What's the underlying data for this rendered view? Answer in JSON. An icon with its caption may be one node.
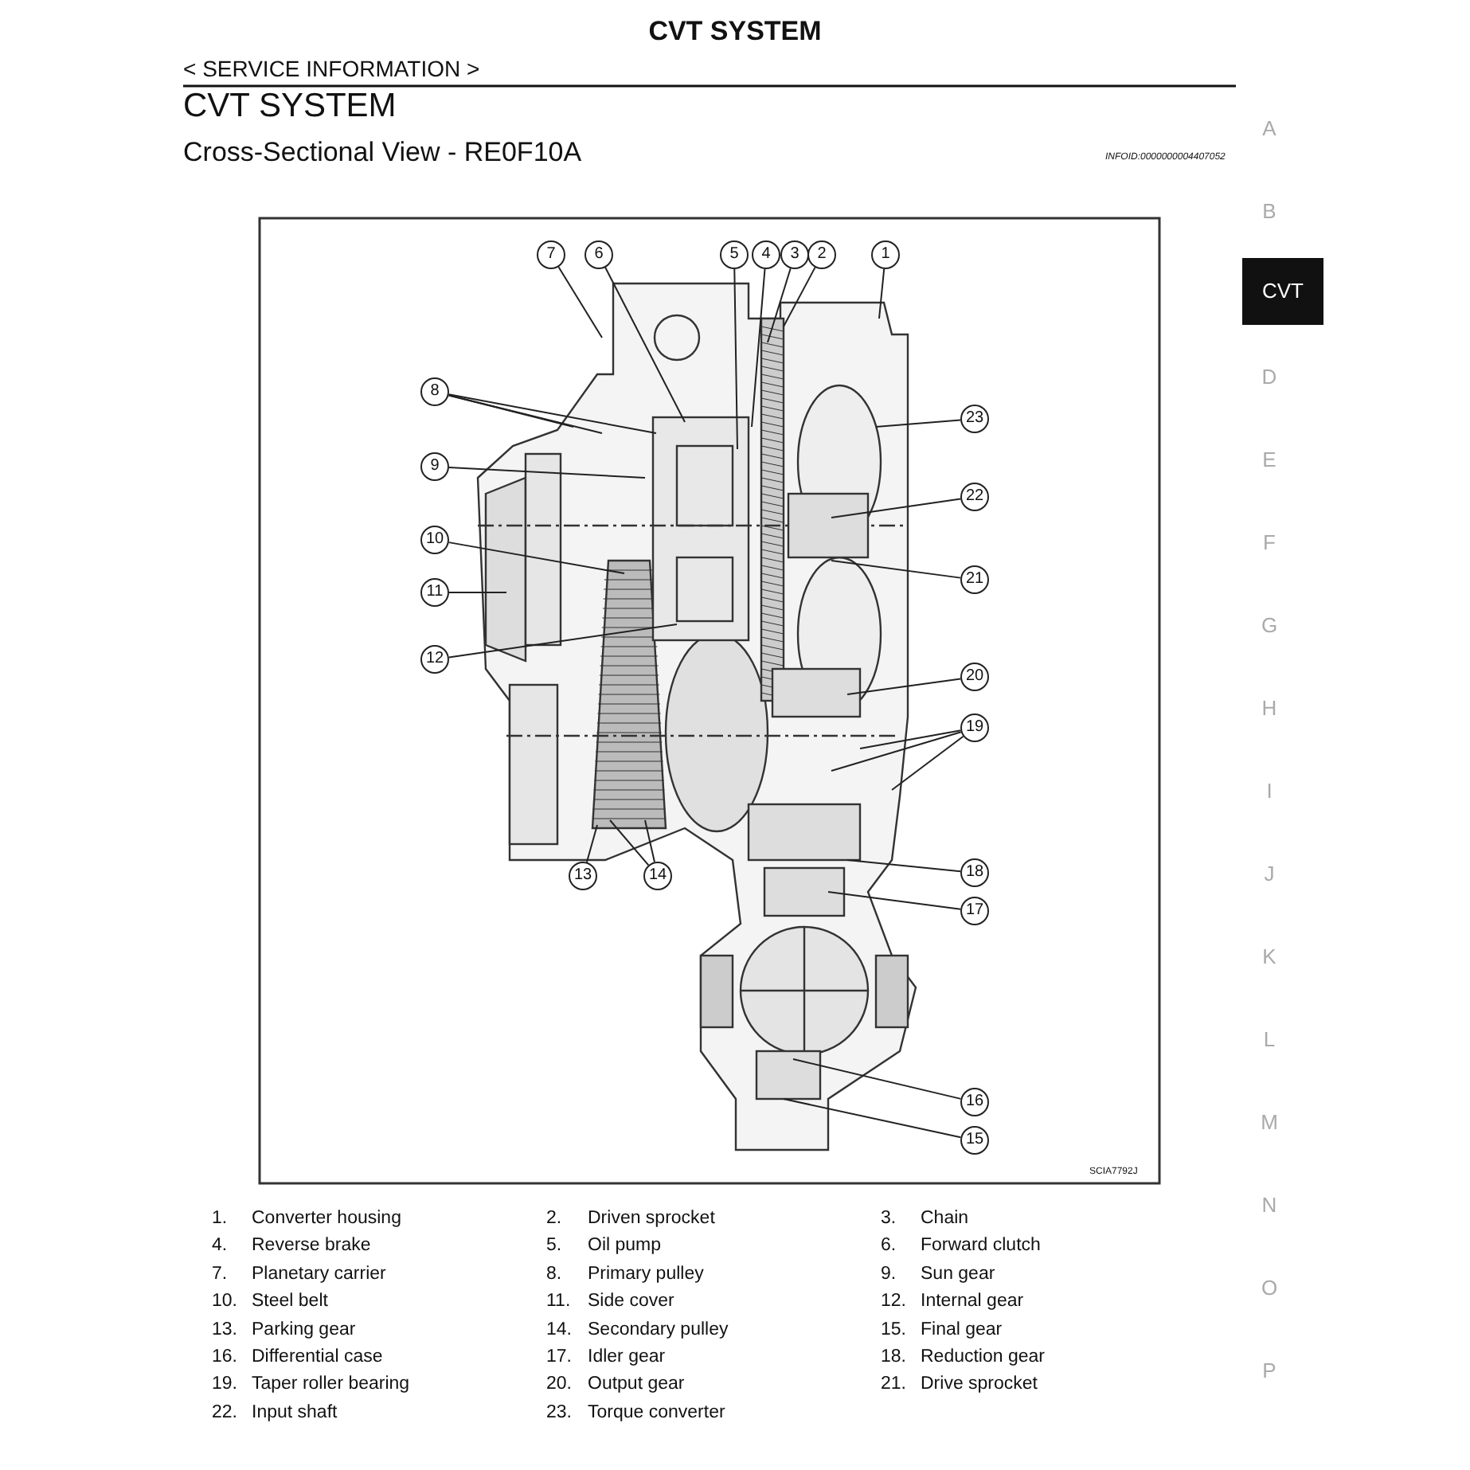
{
  "diagram": {
    "title": "CVT SYSTEM",
    "nodes": [
      {
        "text": [
          "7"
        ]
      },
      {
        "text": [
          "6"
        ]
      },
      {
        "text": [
          "5"
        ]
      },
      {
        "text": [
          "4"
        ]
      },
      {
        "text": [
          "3"
        ]
      },
      {
        "text": [
          "2"
        ]
      },
      {
        "text": [
          "1"
        ]
      },
      {
        "text": [
          "8"
        ]
      },
      {
        "text": [
          "23"
        ]
      },
      {
        "text": [
          "9"
        ]
      },
      {
        "text": [
          "22"
        ]
      },
      {
        "text": [
          "10"
        ]
      },
      {
        "text": [
          "21"
        ]
      },
      {
        "text": [
          "11"
        ]
      },
      {
        "text": [
          "12"
        ]
      },
      {
        "text": [
          "20"
        ]
      },
      {
        "text": [
          "19"
        ]
      },
      {
        "text": [
          "18"
        ]
      },
      {
        "text": [
          "13"
        ]
      },
      {
        "text": [
          "14"
        ]
      },
      {
        "text": [
          "17"
        ]
      },
      {
        "text": [
          "16"
        ]
      },
      {
        "text": [
          "15"
        ]
      }
    ],
    "edges": [
      {
        "from": 0,
        "to": null,
        "arrow": "none"
      },
      {
        "from": 1,
        "to": null,
        "arrow": "none"
      },
      {
        "from": 2,
        "to": null,
        "arrow": "none"
      },
      {
        "from": 3,
        "to": null,
        "arrow": "none"
      },
      {
        "from": 4,
        "to": null,
        "arrow": "none"
      },
      {
        "from": 5,
        "to": null,
        "arrow": "none"
      },
      {
        "from": 6,
        "to": null,
        "arrow": "none"
      },
      {
        "from": 7,
        "to": null,
        "arrow": "none"
      },
      {
        "from": 7,
        "to": null,
        "arrow": "none"
      },
      {
        "from": 7,
        "to": null,
        "arrow": "none"
      },
      {
        "from": 8,
        "to": null,
        "arrow": "none"
      },
      {
        "from": 9,
        "to": null,
        "arrow": "none"
      },
      {
        "from": 10,
        "to": null,
        "arrow": "none"
      },
      {
        "from": 11,
        "to": null,
        "arrow": "none"
      },
      {
        "from": 12,
        "to": null,
        "arrow": "none"
      },
      {
        "from": 13,
        "to": null,
        "arrow": "none"
      },
      {
        "from": 14,
        "to": null,
        "arrow": "none"
      },
      {
        "from": 15,
        "to": null,
        "arrow": "none"
      },
      {
        "from": 16,
        "to": null,
        "arrow": "none"
      },
      {
        "from": 16,
        "to": null,
        "arrow": "none"
      },
      {
        "from": 16,
        "to": null,
        "arrow": "none"
      },
      {
        "from": 17,
        "to": null,
        "arrow": "none"
      },
      {
        "from": 18,
        "to": null,
        "arrow": "none"
      },
      {
        "from": 19,
        "to": null,
        "arrow": "none"
      },
      {
        "from": 19,
        "to": null,
        "arrow": "none"
      },
      {
        "from": 20,
        "to": null,
        "arrow": "none"
      },
      {
        "from": 21,
        "to": null,
        "arrow": "none"
      },
      {
        "from": 22,
        "to": null,
        "arrow": "none"
      }
    ],
    "labels": [
      "< SERVICE INFORMATION >",
      "CVT SYSTEM",
      "Cross-Sectional View - RE0F10A",
      "INFOID:0000000004407052",
      "A",
      "B",
      "CVT",
      "D",
      "E",
      "F",
      "G",
      "H",
      "I",
      "J",
      "K",
      "L",
      "M",
      "N",
      "O",
      "P",
      "SCIA7792J",
      "1.",
      "Converter housing",
      "2.",
      "Driven sprocket",
      "3.",
      "Chain",
      "4.",
      "Reverse brake",
      "5.",
      "Oil pump",
      "6.",
      "Forward clutch",
      "7.",
      "Planetary carrier",
      "8.",
      "Primary pulley",
      "9.",
      "Sun gear",
      "10.",
      "Steel belt",
      "11.",
      "Side cover",
      "12.",
      "Internal gear",
      "13.",
      "Parking gear",
      "14.",
      "Secondary pulley",
      "15.",
      "Final gear",
      "16.",
      "Differential case",
      "17.",
      "Idler gear",
      "18.",
      "Reduction gear",
      "19.",
      "Taper roller bearing",
      "20.",
      "Output gear",
      "21.",
      "Drive sprocket",
      "22.",
      "Input shaft",
      "23.",
      "Torque converter"
    ]
  }
}
